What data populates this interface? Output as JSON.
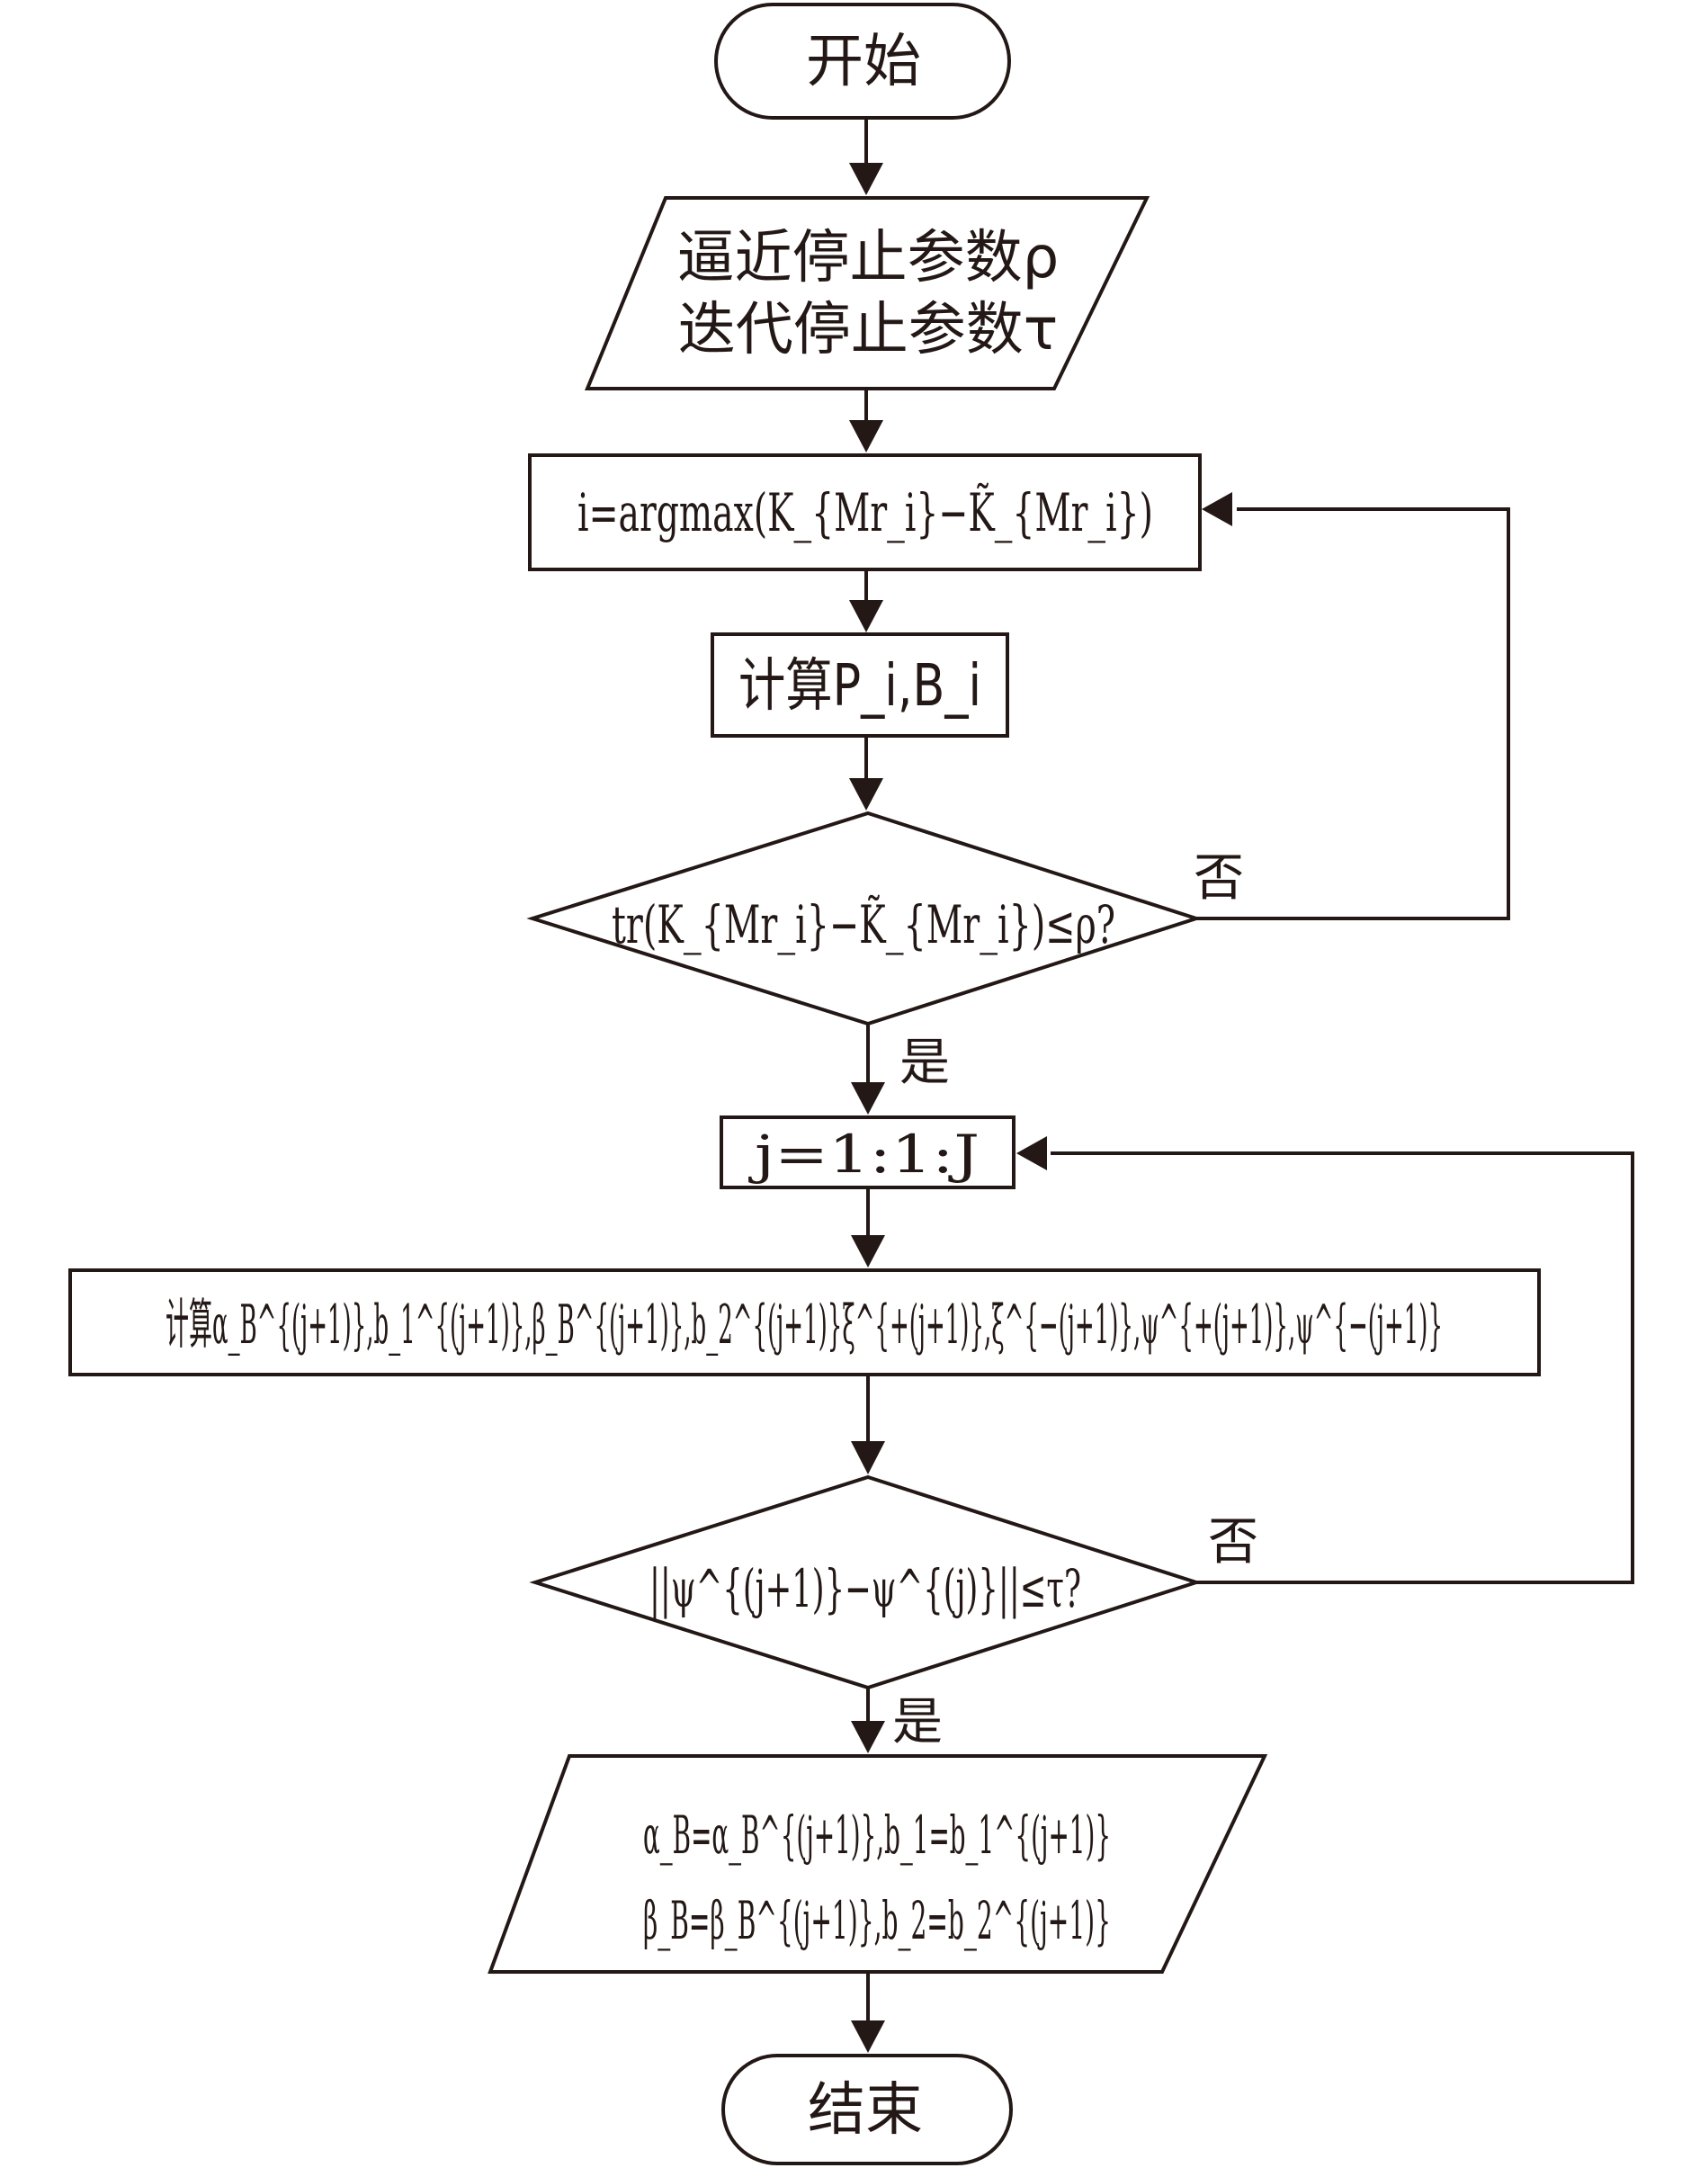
{
  "diagram": {
    "start": "开始",
    "end": "结束",
    "input_params": {
      "line1": "逼近停止参数ρ",
      "line2": "迭代停止参数τ"
    },
    "step_argmax": "i=argmax(K_{Mr_i}−K̃_{Mr_i})",
    "step_compute_PB": "计算P_i,B_i",
    "decision_trace": "tr(K_{Mr_i}−K̃_{Mr_i})≤ρ?",
    "loop_j": "j=1:1:J",
    "step_compute_all": "计算α_B^{(j+1)},b_1^{(j+1)},β_B^{(j+1)},b_2^{(j+1)}ξ^{+(j+1)},ξ^{−(j+1)},ψ^{+(j+1)},ψ^{−(j+1)}",
    "decision_converge": "||ψ^{(j+1)}−ψ^{(j)}||≤τ?",
    "output": {
      "line1": "α_B=α_B^{(j+1)},b_1=b_1^{(j+1)}",
      "line2": "β_B=β_B^{(j+1)},b_2=b_2^{(j+1)}"
    },
    "label_no_1": "否",
    "label_yes_1": "是",
    "label_no_2": "否",
    "label_yes_2": "是",
    "colors": {
      "stroke": "#231815",
      "fill": "#ffffff"
    }
  }
}
